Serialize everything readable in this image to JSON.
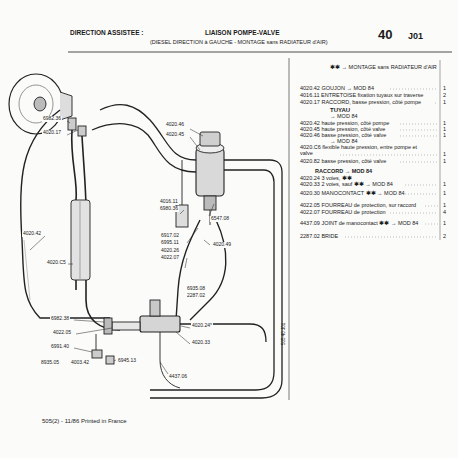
{
  "diagram": {
    "title": "DIRECTION ASSISTEE :",
    "caption": "505(2) - 11/86 Printed in France",
    "labels": [
      "LIAISON POMPE-VALVE",
      "(DIESEL DIRECTION à GAUCHE - MONTAGE sans RADIATEUR d'AIR)",
      "40",
      "J01",
      "✱✱ → MONTAGE sans RADIATEUR d'AIR",
      "4020.42 GOUJON → MOD 84",
      "1",
      "4016.11 ENTRETOISE fixation tuyaux sur traverse",
      "2",
      "4020.17 RACCORD, basse pression, côté pompe",
      "1",
      "TUYAU",
      "→ MOD 84",
      "4020.42 haute pression, côté pompe",
      "1",
      "4020.45 haute pression, côté valve",
      "1",
      "4020.46 basse pression, côté valve",
      "1",
      "→ MOD 84",
      "4020.C6 flexible haute pression, entre pompe et valve",
      "1",
      "4020.82 basse pression, côté valve",
      "1",
      "RACCORD → MOD 84",
      "4020.24 3 voies, ✱✱",
      "4020.33 2 voies, sauf ✱✱ → MOD 84",
      "1",
      "4020.30 MANOCONTACT ✱✱ → MOD 84",
      "1",
      "4022.05 FOURREAU de protection, sur raccord",
      "1",
      "4022.07 FOURREAU de protection",
      "4",
      "4437.09 JOINT de manocontact ✱✱ → MOD 84",
      "1",
      "2287.02 BRIDE",
      "2",
      "4020.46",
      "4020.45",
      "6982.36",
      "4020.17",
      "4016.11",
      "6980.36",
      "6917.02",
      "6995.11",
      "4020.26",
      "4022.07",
      "6547.08",
      "4020.49",
      "6935.08",
      "2287.02",
      "4020.24*",
      "4020.33",
      "4437.06",
      "6982.38",
      "4022.05",
      "6991.40",
      "4003.42",
      "8935.05",
      "6945.13",
      "4020.42",
      "4020.C5",
      "505 40 J01"
    ]
  }
}
